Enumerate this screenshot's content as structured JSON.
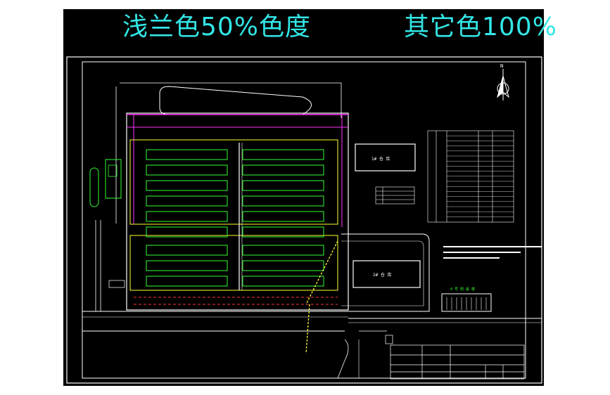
{
  "banner": {
    "left_text": "浅兰色50%色度",
    "right_text": "其它色100%"
  },
  "colors": {
    "background": "#000000",
    "frame": "#ffffff",
    "cyan": "#33e6e6",
    "green": "#33ff33",
    "magenta": "#ff33ff",
    "yellow": "#ffff33",
    "red": "#ff3333",
    "blue": "#5b6cff"
  },
  "icons": [
    "north-arrow-icon"
  ],
  "drawing": {
    "north_label": "N",
    "building_1_label": "1# 仓 库",
    "building_2_label": "2# 仓 库",
    "small_building_label": "4 号 附 属 楼"
  }
}
